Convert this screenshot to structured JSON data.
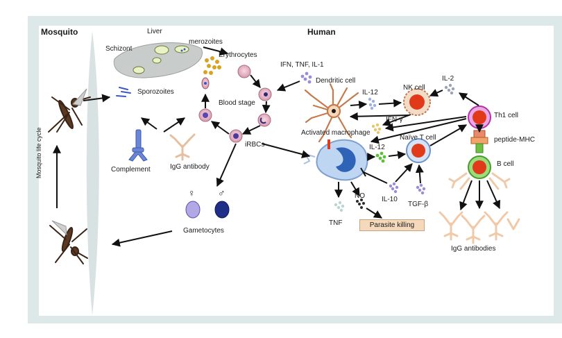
{
  "headers": {
    "mosquito": "Mosquito",
    "human": "Human"
  },
  "labels": {
    "liver": "Liver",
    "merozoites": "merozoites",
    "schizont": "Schizont",
    "erythrocytes": "Erythrocytes",
    "sporozoites": "Sporozoites",
    "blood_stage": "Blood stage",
    "irbcs": "iRBCs",
    "complement": "Complement",
    "igg_antibody": "IgG antibody",
    "gametocytes": "Gametocytes",
    "female_symbol": "♀",
    "male_symbol": "♂",
    "mosquito_life_cycle": "Mosquito life cycle",
    "ifn_tnf_il1": "IFN, TNF, IL-1",
    "dendritic_cell": "Dendritic cell",
    "il12_top": "IL-12",
    "nk_cell": "NK cell",
    "il2": "IL-2",
    "ifn_gamma": "IFN-γ",
    "th1_cell": "Th1 cell",
    "activated_macrophage": "Activated macrophage",
    "il12_mid": "IL-12",
    "naive_t_cell": "Naïve T cell",
    "peptide_mhc": "peptide-MHC",
    "b_cell": "B cell",
    "no": "NO",
    "tnf": "TNF",
    "il10": "IL-10",
    "tgf_beta": "TGF-β",
    "parasite_killing": "Parasite killing",
    "igg_antibodies": "IgG antibodies"
  },
  "colors": {
    "frame": "#dde9e9",
    "divider": "#d8e2e2",
    "nucleus_red": "#e03a1a",
    "macrophage_blue": "#2f63b7",
    "th1_magenta": "#d24fc8",
    "b_cell_green": "#66c24a",
    "antibody_tan": "#f0c9a8",
    "parasite_box": "#f4d9bd"
  }
}
